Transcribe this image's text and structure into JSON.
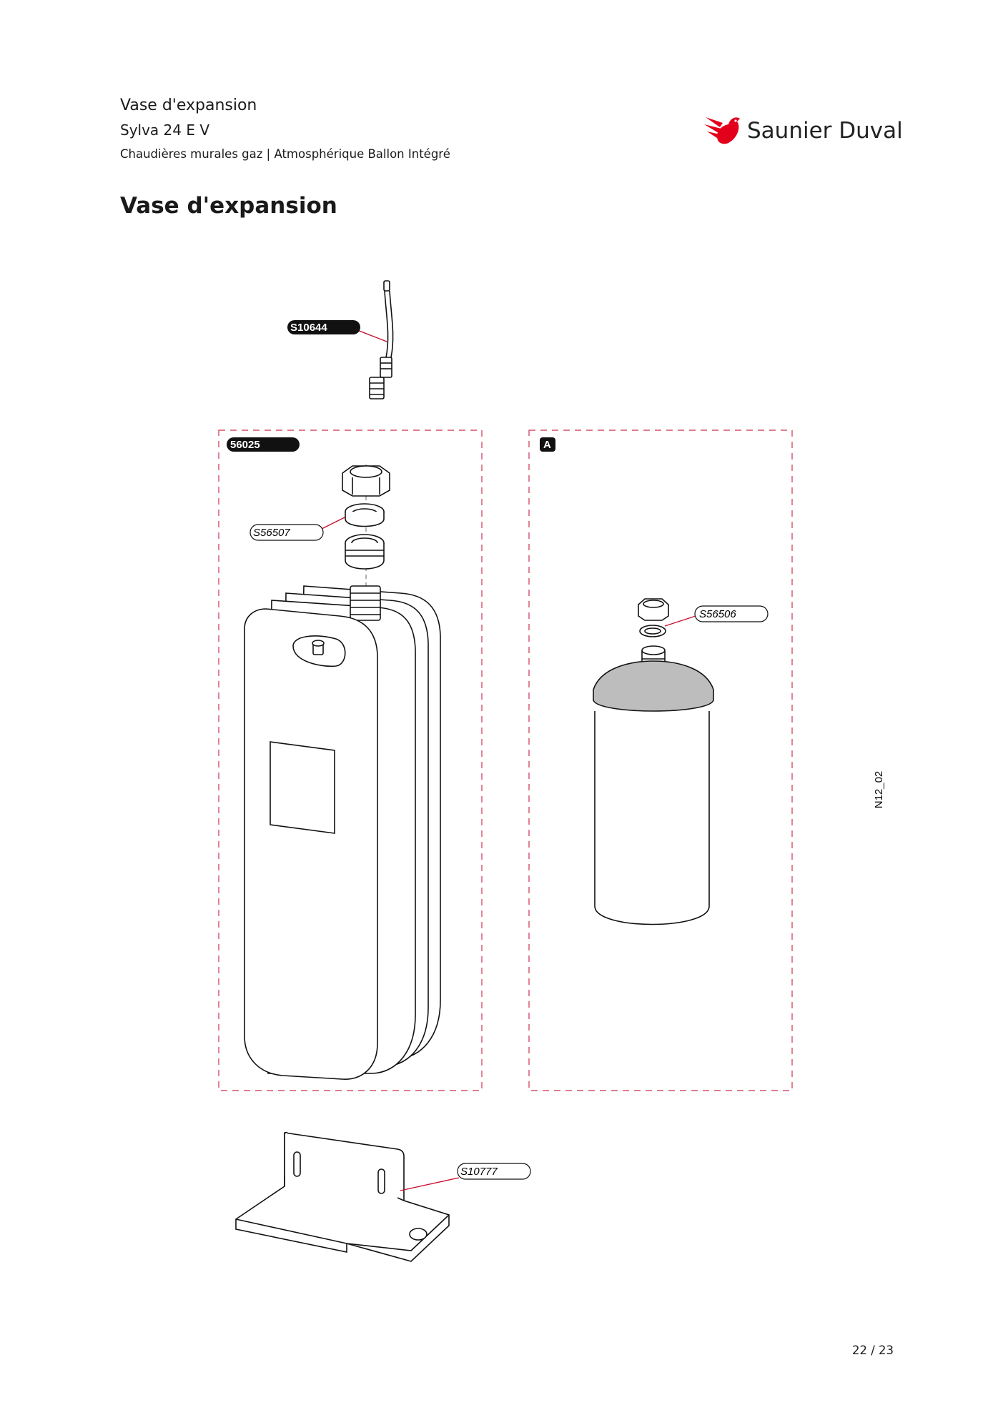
{
  "header": {
    "line1": "Vase d'expansion",
    "line2": "Sylva 24 E V",
    "line3": "Chaudières murales gaz | Atmosphérique Ballon Intégré"
  },
  "logo": {
    "text": "Saunier Duval",
    "icon": "bird-logo-icon",
    "color": "#e3001b"
  },
  "page_title": "Vase d'expansion",
  "diagram": {
    "parts": {
      "hose": "S10644",
      "vessel_kit": "56025",
      "vessel_seal": "S56507",
      "variant": "A",
      "variant_seal": "S56506",
      "bracket": "S10777"
    },
    "drawing_code": "N12_02"
  },
  "page_number": "22 / 23",
  "colors": {
    "accent": "#c8102e",
    "frame": "#d4506a"
  }
}
